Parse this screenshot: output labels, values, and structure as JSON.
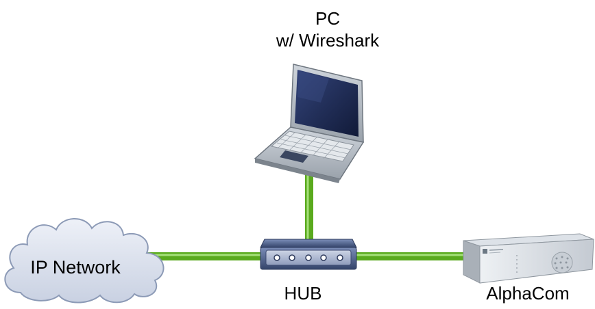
{
  "nodes": {
    "pc": {
      "title": "PC",
      "subtitle": "w/ Wireshark"
    },
    "network": {
      "label": "IP Network"
    },
    "hub": {
      "label": "HUB"
    },
    "alphacom": {
      "label": "AlphaCom"
    }
  },
  "colors": {
    "link": "#5aaa1e",
    "link_highlight": "#a6e07a",
    "cloud_fill": "#dde3ef",
    "cloud_stroke": "#8c9ab6",
    "hub_body": "#4a5c86",
    "device_body": "#d8dde3",
    "laptop_body": "#b9c0c8",
    "laptop_screen": "#1d2a55"
  }
}
